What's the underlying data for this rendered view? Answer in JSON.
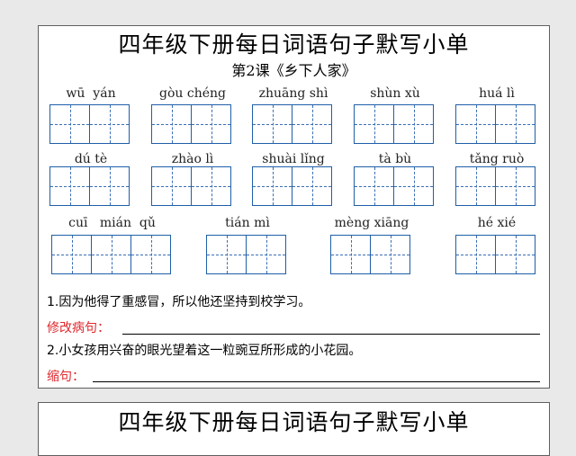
{
  "worksheet": {
    "title": "四年级下册每日词语句子默写小单",
    "subtitle": "第2课《乡下人家》",
    "words": [
      {
        "pinyin": "wū  yán",
        "chars": 2
      },
      {
        "pinyin": "gòu chéng",
        "chars": 2
      },
      {
        "pinyin": "zhuāng shì",
        "chars": 2
      },
      {
        "pinyin": "shùn xù",
        "chars": 2
      },
      {
        "pinyin": "huá lì",
        "chars": 2
      },
      {
        "pinyin": "dú tè",
        "chars": 2
      },
      {
        "pinyin": "zhào lì",
        "chars": 2
      },
      {
        "pinyin": "shuài lǐng",
        "chars": 2
      },
      {
        "pinyin": "tà bù",
        "chars": 2
      },
      {
        "pinyin": "tǎng ruò",
        "chars": 2
      },
      {
        "pinyin": "cuī   mián  qǔ",
        "chars": 3
      },
      {
        "pinyin": "tián mì",
        "chars": 2
      },
      {
        "pinyin": "mèng xiāng",
        "chars": 2
      },
      {
        "pinyin": "hé xié",
        "chars": 2
      }
    ],
    "sentence1": "1.因为他得了重感冒，所以他还坚持到校学习。",
    "label1": "修改病句：",
    "sentence2": "2.小女孩用兴奋的眼光望着这一粒豌豆所形成的小花园。",
    "label2": "缩句：",
    "colors": {
      "grid": "#1f5fa8",
      "label": "#e0282d"
    }
  },
  "next_sheet": {
    "title": "四年级下册每日词语句子默写小单"
  }
}
